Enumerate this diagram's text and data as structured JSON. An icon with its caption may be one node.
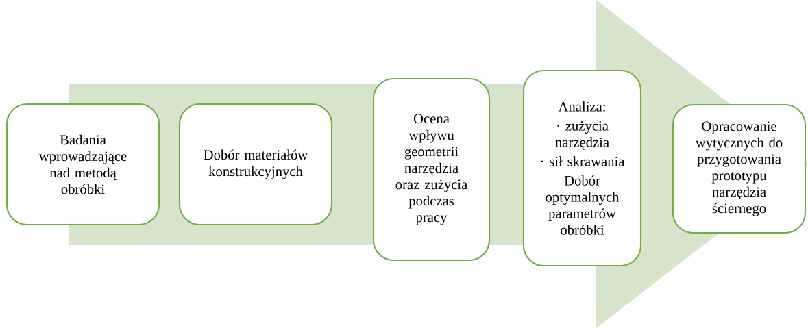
{
  "diagram": {
    "nodes": [
      {
        "text": [
          "Badania wprowadzające nad metodą obróbki"
        ]
      },
      {
        "text": [
          "Dobór materiałów konstrukcyjnych"
        ]
      },
      {
        "text": [
          "Ocena wpływu geometrii narzędzia oraz zużycia podczas pracy"
        ]
      },
      {
        "text": [
          "Analiza:",
          "· zużycia narzędzia",
          "· sił skrawania",
          "Dobór optymalnych parametrów obróbki"
        ]
      },
      {
        "text": [
          "Opracowanie wytycznych do przygotowania prototypu narzędzia ściernego"
        ]
      }
    ],
    "edges": [
      {
        "from": 0,
        "to": 4,
        "arrow": "to",
        "style": "thick",
        "color": "#d6e4cc"
      }
    ]
  }
}
